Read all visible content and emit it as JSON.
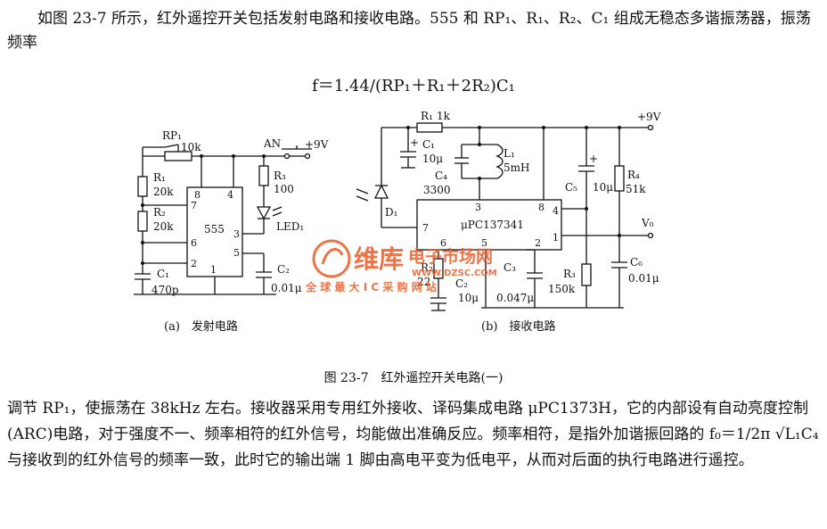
{
  "text": {
    "paragraph_top": "如图 23-7 所示，红外遥控开关包括发射电路和接收电路。555 和 RP₁、R₁、R₂、C₁ 组成无稳态多谐振荡器，振荡频率",
    "formula": "f＝1.44/(RP₁＋R₁＋2R₂)C₁",
    "paragraph_bottom": "调节 RP₁，使振荡在 38kHz 左右。接收器采用专用红外接收、译码集成电路 μPC1373H，它的内部设有自动亮度控制(ARC)电路，对于强度不一、频率相符的红外信号，均能做出准确反应。频率相符，是指外加谐振回路的 f₀＝1/2π √L₁C₄ 与接收到的红外信号的频率一致，此时它的输出端 1 脚由高电平变为低电平，从而对后面的执行电路进行遥控。",
    "caption": "图 23-7　红外遥控开关电路(一)",
    "sub_a": "(a)　发射电路",
    "sub_b": "(b)　接收电路"
  },
  "circuit_a": {
    "rp1": "RP₁",
    "rp1_val": "10k",
    "r1": "R₁",
    "r1_val": "20k",
    "r2": "R₂",
    "r2_val": "20k",
    "c1": "C₁",
    "c1_val": "470p",
    "ic": "555",
    "pins": {
      "p8": "8",
      "p4": "4",
      "p7": "7",
      "p3": "3",
      "p6": "6",
      "p5": "5",
      "p2": "2",
      "p1": "1"
    },
    "an": "AN",
    "supply": "+9V",
    "r3": "R₃",
    "r3_val": "100",
    "led": "LED₁",
    "c2": "C₂",
    "c2_val": "0.01μ"
  },
  "circuit_b": {
    "r1": "R₁",
    "r1_val": "1k",
    "supply": "+9V",
    "c1": "C₁",
    "c1_val": "10μ",
    "plus": "+",
    "c4": "C₄",
    "c4_val": "3300",
    "l1": "L₁",
    "l1_val": "5mH",
    "d1": "D₁",
    "ic": "μPC137341",
    "pins": {
      "p3": "3",
      "p8": "8",
      "p4": "4",
      "p7": "7",
      "p1": "1",
      "p6": "6",
      "p5": "5",
      "p2": "2"
    },
    "c5": "C₅",
    "c5_val": "10μ",
    "r4": "R₄",
    "r4_val": "51k",
    "vo": "V₀",
    "r2": "R₂",
    "r2_val": "22",
    "c2": "C₂",
    "c2_val": "10μ",
    "c3": "C₃",
    "c3_val": "0.047μ",
    "r3": "R₃",
    "r3_val": "150k",
    "c6": "C₆",
    "c6_val": "0.01μ"
  },
  "watermark": {
    "brand": "维库",
    "site_cn": "电子市场网",
    "url": "WWW.DZSC.COM",
    "slogan": "全 球 最 大 I C 采 购 网 站"
  },
  "colors": {
    "watermark": "#e85d2a",
    "ink": "#111111"
  }
}
